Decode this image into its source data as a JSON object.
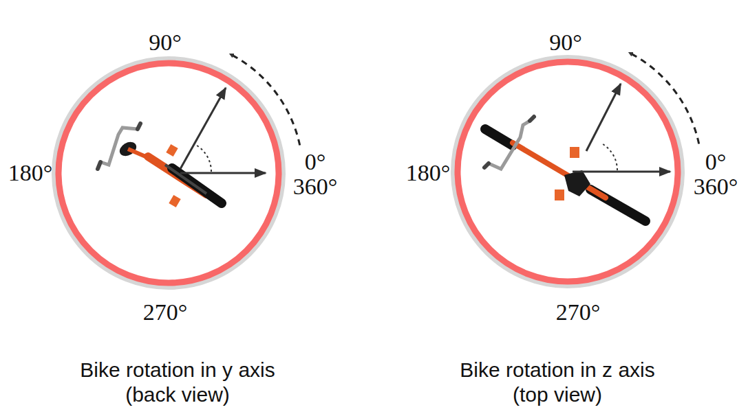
{
  "diagram": {
    "labels": [
      "90°",
      "180°",
      "0°",
      "360°",
      "270°",
      "90°",
      "180°",
      "0°",
      "360°",
      "270°",
      "Bike rotation in y axis (back view)",
      "Bike rotation in z axis (top view)"
    ]
  }
}
